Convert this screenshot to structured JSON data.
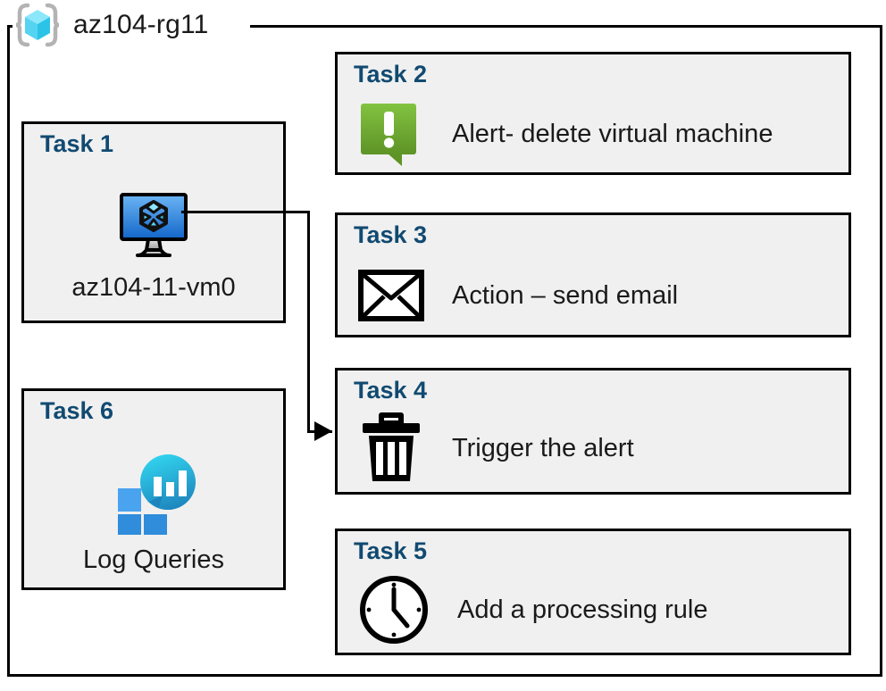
{
  "resource_group": {
    "name": "az104-rg11",
    "icon": "azure-resource-group-icon"
  },
  "colors": {
    "task_title": "#114a71",
    "card_background": "#f0f0f0",
    "card_border": "#000000",
    "frame_border": "#000000",
    "alert_green_light": "#7ac143",
    "alert_green_dark": "#5f9427",
    "vm_blue_light": "#5aa9ef",
    "vm_blue_dark": "#1565c0",
    "log_analytics_teal": "#2bd1e8",
    "log_analytics_blue": "#2f8ddb"
  },
  "cards": {
    "task1": {
      "title": "Task 1",
      "label": "az104-11-vm0",
      "icon": "virtual-machine-icon"
    },
    "task2": {
      "title": "Task 2",
      "label": "Alert- delete virtual machine",
      "icon": "alert-exclamation-icon"
    },
    "task3": {
      "title": "Task 3",
      "label": "Action – send email",
      "icon": "envelope-icon"
    },
    "task4": {
      "title": "Task 4",
      "label": "Trigger the alert",
      "icon": "trash-icon"
    },
    "task5": {
      "title": "Task 5",
      "label": "Add a processing rule",
      "icon": "clock-icon"
    },
    "task6": {
      "title": "Task 6",
      "label": "Log Queries",
      "icon": "log-analytics-icon"
    }
  },
  "connector": {
    "from": "task1-virtual-machine-icon",
    "to": "task4-card",
    "style": "elbow-arrow"
  }
}
